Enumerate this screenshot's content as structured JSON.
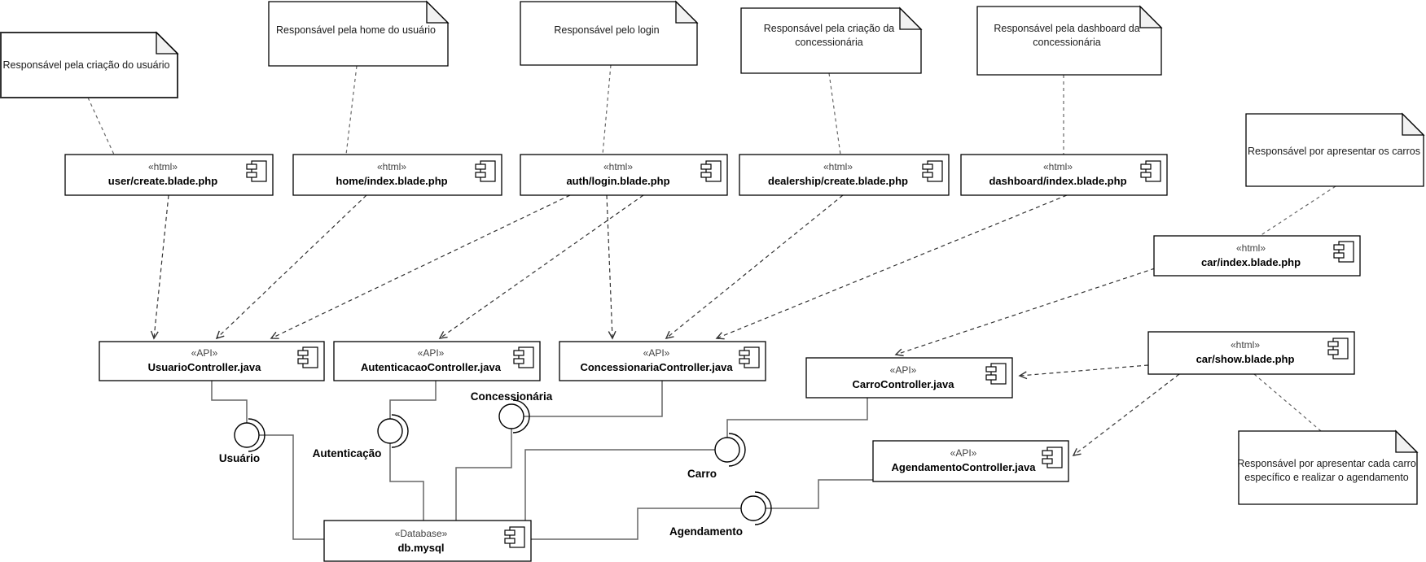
{
  "diagram": {
    "kind": "uml-component-diagram",
    "background": "#ffffff",
    "colors": {
      "box_stroke": "#000000",
      "note_fill": "#ffffff",
      "fold_fill": "#f2f2f2",
      "dependency_line": "#333333",
      "note_link_line": "#666666",
      "connector_line": "#666666",
      "stereotype_text": "#424242",
      "name_text": "#000000"
    }
  },
  "notes": [
    {
      "id": "note-user-create",
      "lines": [
        "Responsável pela criação do usuário",
        ""
      ]
    },
    {
      "id": "note-home",
      "lines": [
        "Responsável pela home do usuário",
        ""
      ]
    },
    {
      "id": "note-login",
      "lines": [
        "Responsável pelo login",
        ""
      ]
    },
    {
      "id": "note-dealership",
      "lines": [
        "Responsável pela criação da",
        "concessionária"
      ]
    },
    {
      "id": "note-dashboard",
      "lines": [
        "Responsável pela dashboard da",
        "concessionária"
      ]
    },
    {
      "id": "note-car-index",
      "lines": [
        "Responsável por apresentar os carros",
        ""
      ]
    },
    {
      "id": "note-car-show",
      "lines": [
        "Responsável por apresentar cada carro",
        "específico e realizar o agendamento"
      ]
    }
  ],
  "components": [
    {
      "stereotype": "«html»",
      "name": "user/create.blade.php"
    },
    {
      "stereotype": "«html»",
      "name": "home/index.blade.php"
    },
    {
      "stereotype": "«html»",
      "name": "auth/login.blade.php"
    },
    {
      "stereotype": "«html»",
      "name": "dealership/create.blade.php"
    },
    {
      "stereotype": "«html»",
      "name": "dashboard/index.blade.php"
    },
    {
      "stereotype": "«html»",
      "name": "car/index.blade.php"
    },
    {
      "stereotype": "«html»",
      "name": "car/show.blade.php"
    }
  ],
  "api_components": [
    {
      "stereotype": "«API»",
      "name": "UsuarioController.java"
    },
    {
      "stereotype": "«API»",
      "name": "AutenticacaoController.java"
    },
    {
      "stereotype": "«API»",
      "name": "ConcessionariaController.java"
    },
    {
      "stereotype": "«API»",
      "name": "CarroController.java"
    },
    {
      "stereotype": "«API»",
      "name": "AgendamentoController.java"
    }
  ],
  "database": {
    "stereotype": "«Database»",
    "name": "db.mysql"
  },
  "interfaces": [
    {
      "label": "Usuário"
    },
    {
      "label": "Autenticação"
    },
    {
      "label": "Concessionária"
    },
    {
      "label": "Carro"
    },
    {
      "label": "Agendamento"
    }
  ],
  "note_links": [
    {
      "note": "Responsável pela criação do usuário",
      "component": "user/create.blade.php"
    },
    {
      "note": "Responsável pela home do usuário",
      "component": "home/index.blade.php"
    },
    {
      "note": "Responsável pelo login",
      "component": "auth/login.blade.php"
    },
    {
      "note": "Responsável pela criação da concessionária",
      "component": "dealership/create.blade.php"
    },
    {
      "note": "Responsável pela dashboard da concessionária",
      "component": "dashboard/index.blade.php"
    },
    {
      "note": "Responsável por apresentar os carros",
      "component": "car/index.blade.php"
    },
    {
      "note": "Responsável por apresentar cada carro específico e realizar o agendamento",
      "component": "car/show.blade.php"
    }
  ],
  "dependencies": [
    {
      "from": "user/create.blade.php",
      "to": "UsuarioController.java"
    },
    {
      "from": "home/index.blade.php",
      "to": "UsuarioController.java"
    },
    {
      "from": "auth/login.blade.php",
      "to": "UsuarioController.java"
    },
    {
      "from": "auth/login.blade.php",
      "to": "AutenticacaoController.java"
    },
    {
      "from": "auth/login.blade.php",
      "to": "ConcessionariaController.java"
    },
    {
      "from": "dealership/create.blade.php",
      "to": "ConcessionariaController.java"
    },
    {
      "from": "dashboard/index.blade.php",
      "to": "ConcessionariaController.java"
    },
    {
      "from": "car/index.blade.php",
      "to": "CarroController.java"
    },
    {
      "from": "car/show.blade.php",
      "to": "CarroController.java"
    },
    {
      "from": "car/show.blade.php",
      "to": "AgendamentoController.java"
    }
  ],
  "interface_links": [
    {
      "interface": "Usuário",
      "controller": "UsuarioController.java",
      "database": "db.mysql"
    },
    {
      "interface": "Autenticação",
      "controller": "AutenticacaoController.java",
      "database": "db.mysql"
    },
    {
      "interface": "Concessionária",
      "controller": "ConcessionariaController.java",
      "database": "db.mysql"
    },
    {
      "interface": "Carro",
      "controller": "CarroController.java",
      "database": "db.mysql"
    },
    {
      "interface": "Agendamento",
      "controller": "AgendamentoController.java",
      "database": "db.mysql"
    }
  ]
}
